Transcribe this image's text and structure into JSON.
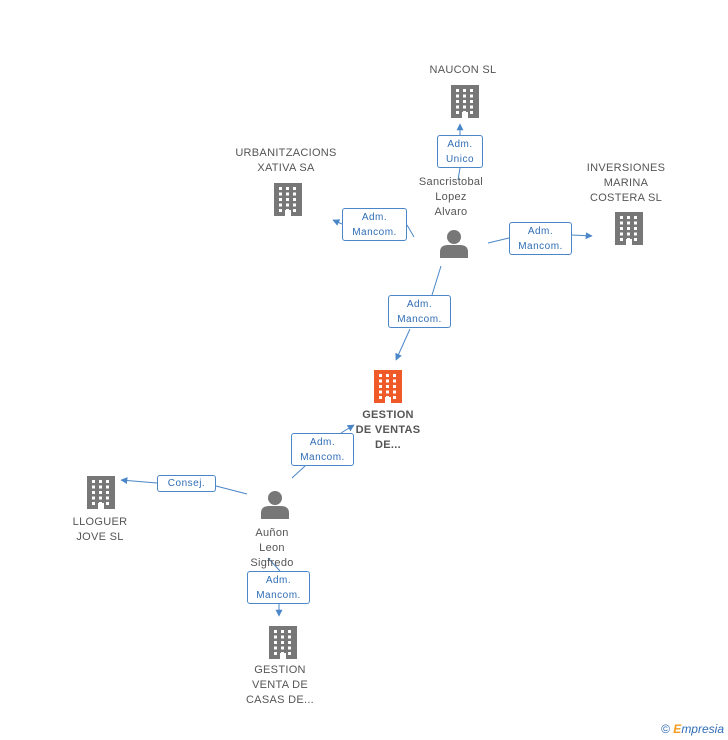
{
  "colors": {
    "node": "#777777",
    "main_node": "#f05a28",
    "edge": "#4a86c8",
    "label_text": "#555555"
  },
  "nodes": {
    "naucon": {
      "label_lines": [
        "NAUCON SL"
      ]
    },
    "urbanitzacions": {
      "label_lines": [
        "URBANITZACIONS",
        "XATIVA SA"
      ]
    },
    "inversiones": {
      "label_lines": [
        "INVERSIONES",
        "MARINA",
        "COSTERA SL"
      ]
    },
    "sancristobal": {
      "label_lines": [
        "Sancristobal",
        "Lopez",
        "Alvaro"
      ]
    },
    "gestion_ventas": {
      "label_lines": [
        "GESTION",
        "DE VENTAS",
        "DE..."
      ]
    },
    "lloguer": {
      "label_lines": [
        "LLOGUER",
        "JOVE SL"
      ]
    },
    "aunon": {
      "label_lines": [
        "Auñon",
        "Leon",
        "Sigfredo"
      ]
    },
    "gestion_venta_casas": {
      "label_lines": [
        "GESTION",
        "VENTA DE",
        "CASAS DE..."
      ]
    }
  },
  "relations": {
    "naucon": [
      "Adm.",
      "Unico"
    ],
    "urbanitzacions": [
      "Adm.",
      "Mancom."
    ],
    "inversiones": [
      "Adm.",
      "Mancom."
    ],
    "gestion_from_sancristobal": [
      "Adm.",
      "Mancom."
    ],
    "gestion_from_aunon": [
      "Adm.",
      "Mancom."
    ],
    "lloguer": [
      "Consej."
    ],
    "gestion_venta_casas": [
      "Adm.",
      "Mancom."
    ]
  },
  "footer": {
    "copyright": "©",
    "brand_first": "E",
    "brand_rest": "mpresia"
  }
}
